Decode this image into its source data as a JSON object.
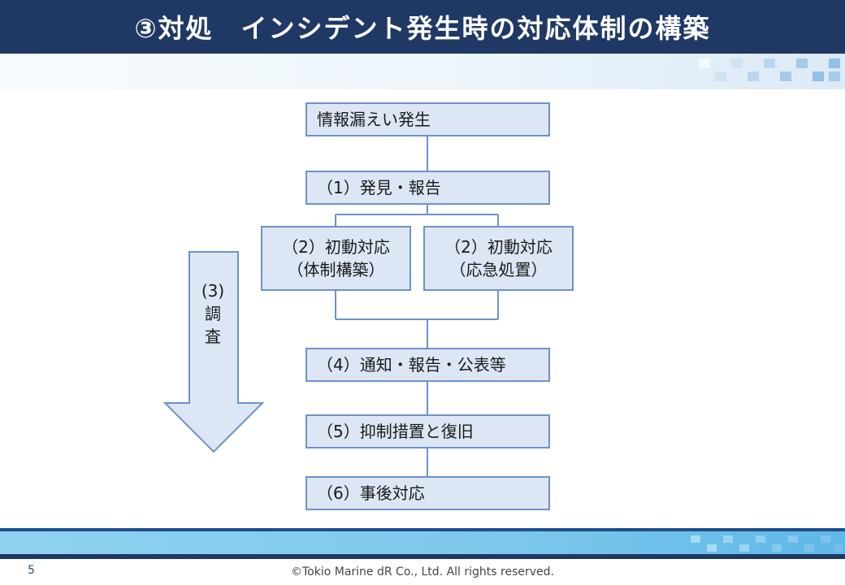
{
  "slide": {
    "title": "③対処　インシデント発生時の対応体制の構築",
    "page_number": "5",
    "copyright": "©Tokio Marine dR Co., Ltd. All rights reserved."
  },
  "diagram": {
    "nodes": {
      "occurrence": "情報漏えい発生",
      "discovery": "（1）発見・報告",
      "initial_system_line1": "（2）初動対応",
      "initial_system_line2": "（体制構築）",
      "initial_emergency_line1": "（2）初動対応",
      "initial_emergency_line2": "（応急処置）",
      "notification": "（4）通知・報告・公表等",
      "containment": "（5）抑制措置と復旧",
      "aftercare": "（6）事後対応"
    },
    "investigation_arrow": {
      "label_line1": "(3)",
      "label_line2": "調",
      "label_line3": "査"
    }
  },
  "colors": {
    "title_bar": "#1f3864",
    "box_fill": "#dce6f4",
    "box_border": "#6d93c6",
    "arrow_fill": "#dce6f4",
    "arrow_border": "#6d93c6",
    "band": "#7cc8ec"
  }
}
